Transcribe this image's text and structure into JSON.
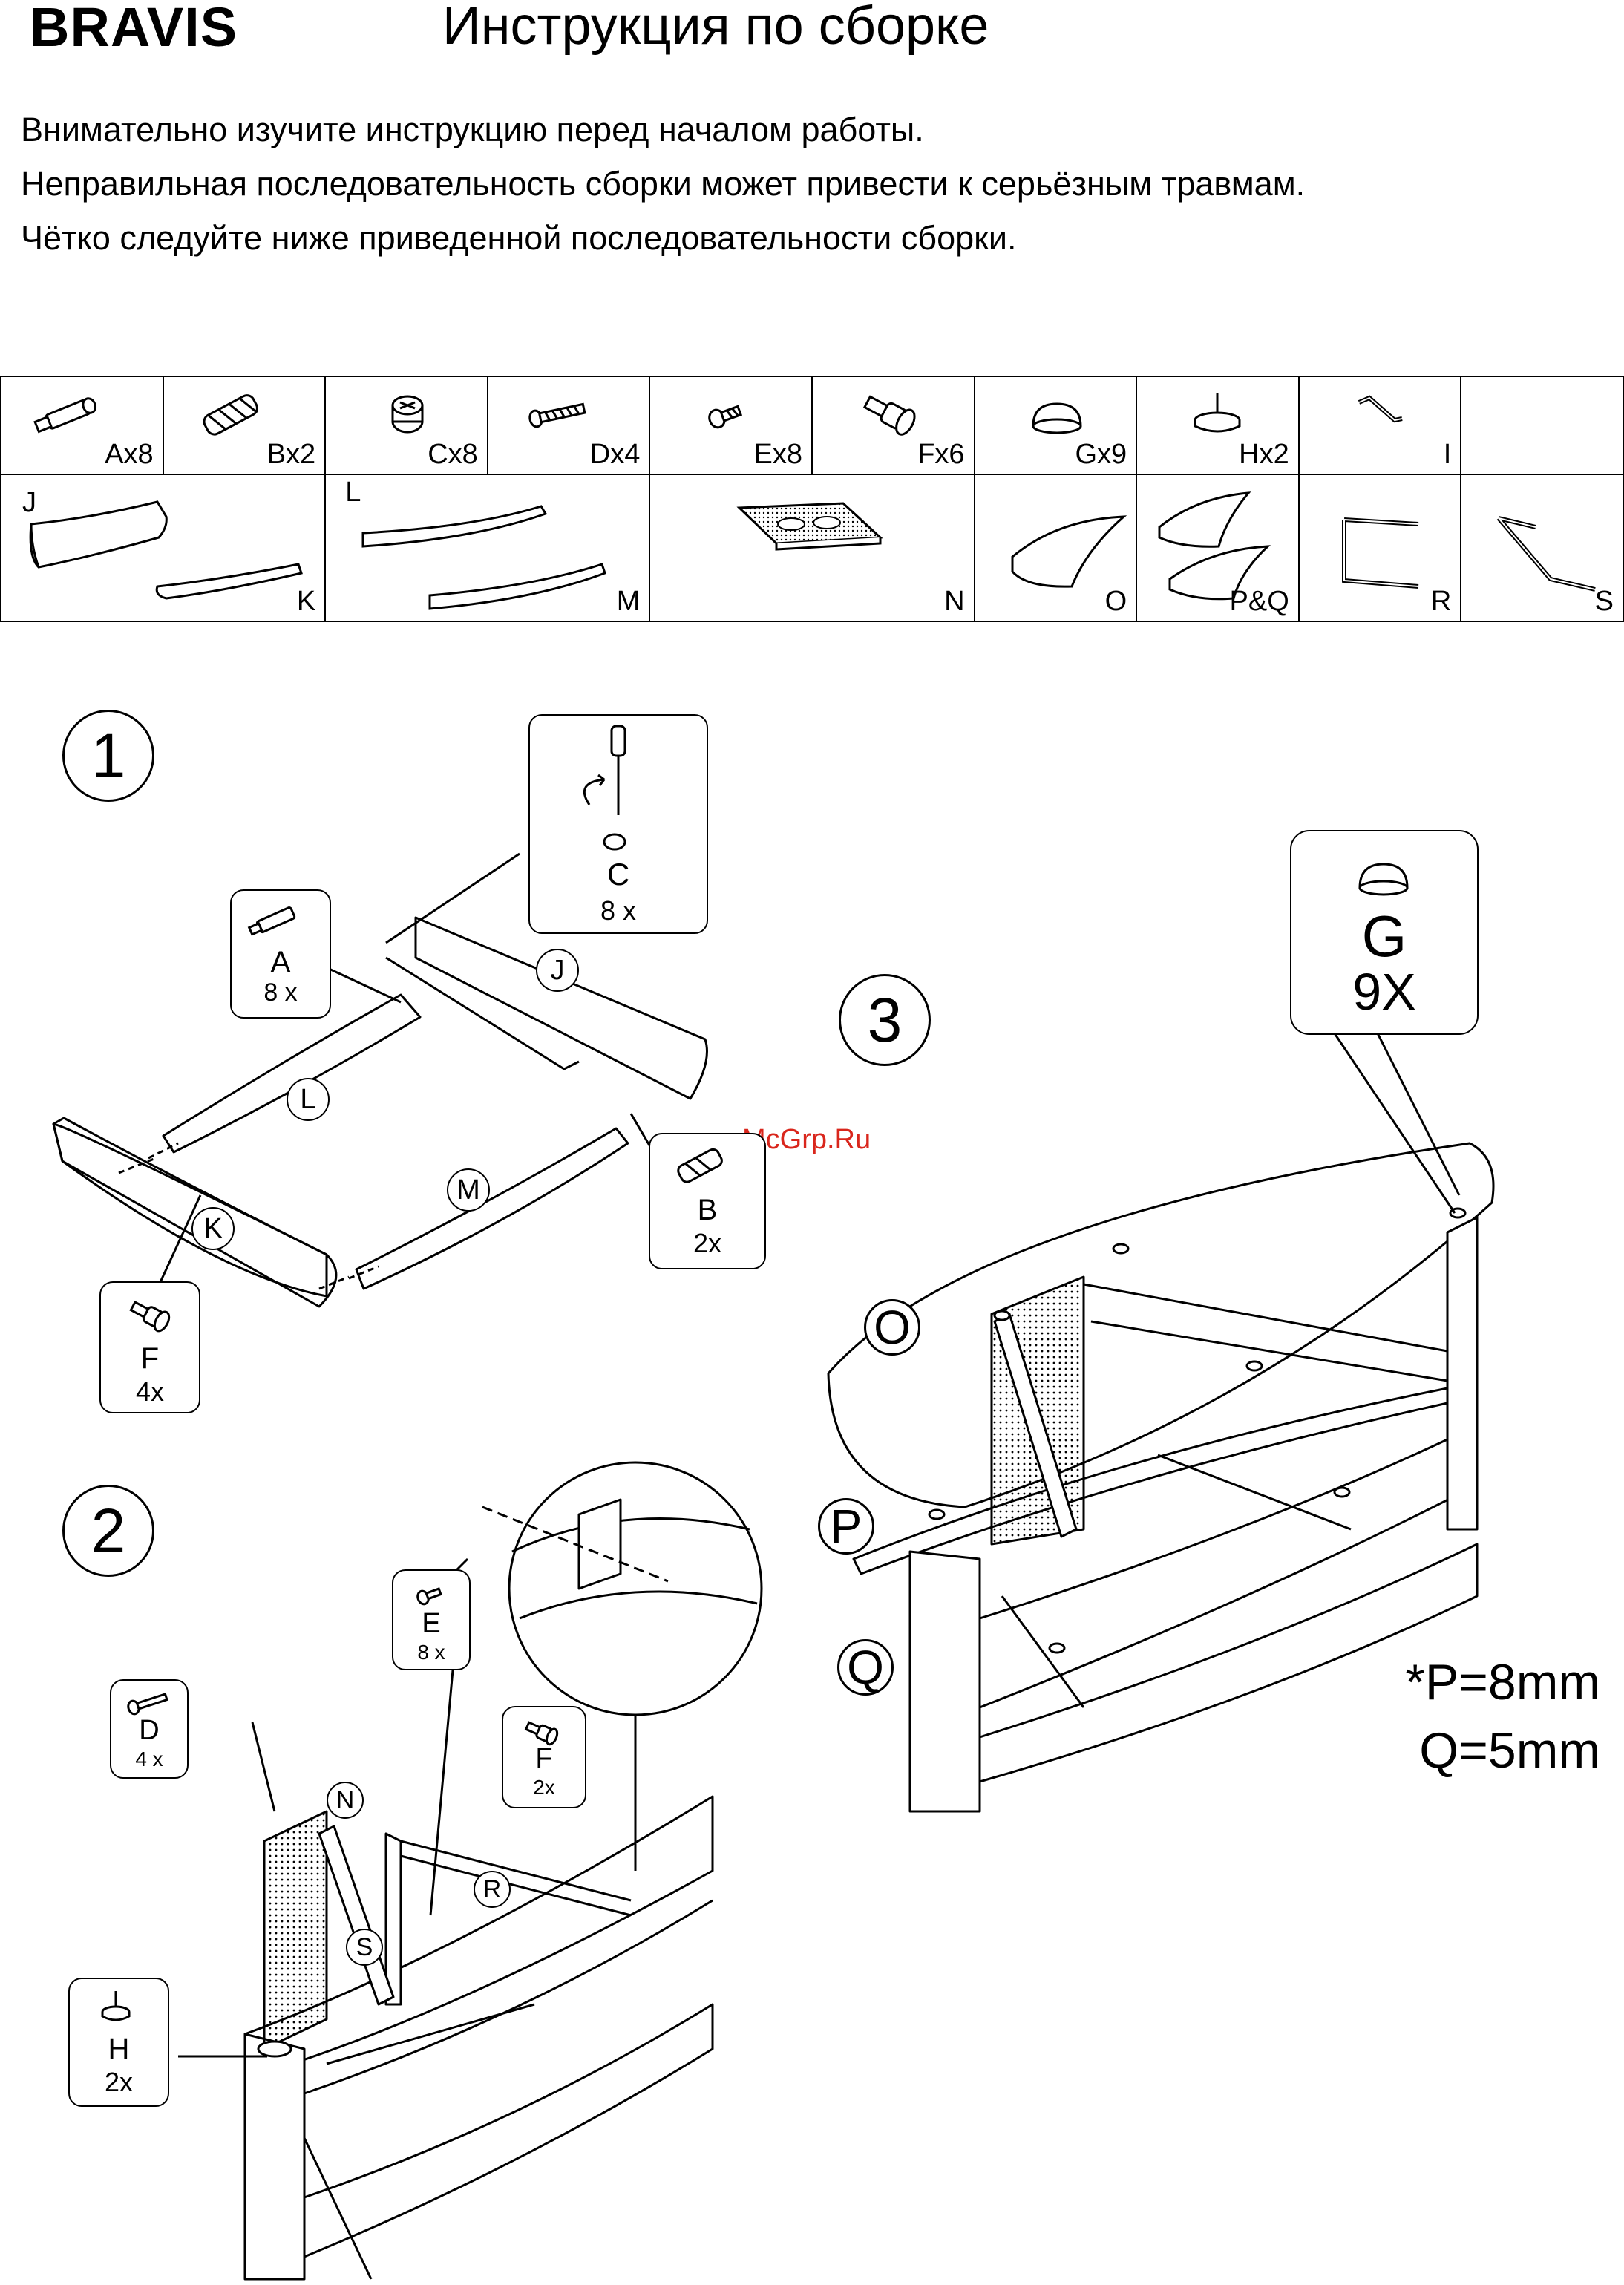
{
  "header": {
    "brand": "BRAVIS",
    "title": "Инструкция по сборке"
  },
  "intro": [
    "Внимательно изучите инструкцию  перед началом работы.",
    "Неправильная последовательность сборки может привести к серьёзным травмам.",
    "Чётко следуйте ниже приведенной последовательности сборки."
  ],
  "parts": {
    "hardware": [
      {
        "label": "Ax8",
        "icon": "dowel-bolt-icon"
      },
      {
        "label": "Bx2",
        "icon": "wood-dowel-icon"
      },
      {
        "label": "Cx8",
        "icon": "cam-lock-icon"
      },
      {
        "label": "Dx4",
        "icon": "long-screw-icon"
      },
      {
        "label": "Ex8",
        "icon": "short-screw-icon"
      },
      {
        "label": "Fx6",
        "icon": "shoulder-bolt-icon"
      },
      {
        "label": "Gx9",
        "icon": "rubber-pad-icon"
      },
      {
        "label": "Hx2",
        "icon": "leveling-foot-icon"
      },
      {
        "label": "I",
        "icon": "hex-key-icon"
      },
      {
        "label": "",
        "icon": ""
      }
    ],
    "panels": {
      "J": "J",
      "K": "K",
      "L": "L",
      "M": "M",
      "N": "N",
      "O": "O",
      "PQ": "P&Q",
      "R": "R",
      "S": "S"
    }
  },
  "step1": {
    "number": "1",
    "callout_C": {
      "letter": "C",
      "qty": "8 x"
    },
    "callout_A": {
      "letter": "A",
      "qty": "8 x"
    },
    "callout_B": {
      "letter": "B",
      "qty": "2x"
    },
    "callout_F": {
      "letter": "F",
      "qty": "4x"
    },
    "tags": {
      "J": "J",
      "L": "L",
      "M": "M",
      "K": "K"
    }
  },
  "step2": {
    "number": "2",
    "callout_E": {
      "letter": "E",
      "qty": "8 x"
    },
    "callout_D": {
      "letter": "D",
      "qty": "4 x"
    },
    "callout_F": {
      "letter": "F",
      "qty": "2x"
    },
    "callout_H": {
      "letter": "H",
      "qty": "2x"
    },
    "tags": {
      "N": "N",
      "R": "R",
      "S": "S"
    }
  },
  "step3": {
    "number": "3",
    "callout_G": {
      "letter": "G",
      "qty": "9X"
    },
    "tags": {
      "O": "O",
      "P": "P",
      "Q": "Q"
    },
    "note": [
      "*P=8mm",
      "Q=5mm"
    ]
  },
  "watermark": "McGrp.Ru"
}
